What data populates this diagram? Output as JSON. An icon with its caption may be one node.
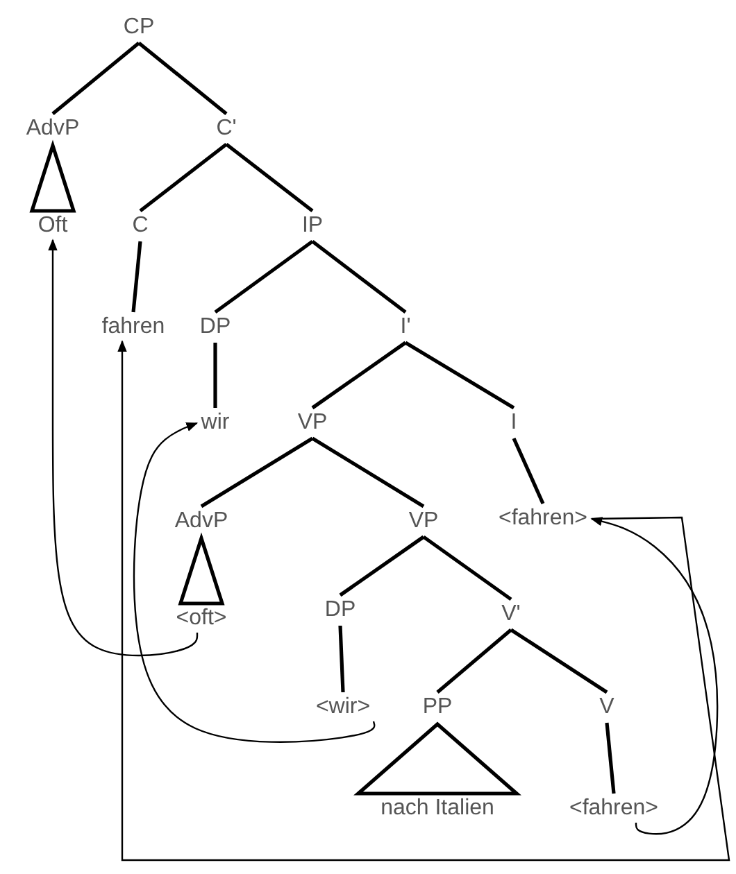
{
  "diagram": {
    "nodes": [
      {
        "text": [
          "CP"
        ]
      },
      {
        "text": [
          "AdvP"
        ]
      },
      {
        "text": [
          "C'"
        ]
      },
      {
        "text": [
          "Oft"
        ]
      },
      {
        "text": [
          "C"
        ]
      },
      {
        "text": [
          "IP"
        ]
      },
      {
        "text": [
          "fahren"
        ]
      },
      {
        "text": [
          "DP"
        ]
      },
      {
        "text": [
          "I'"
        ]
      },
      {
        "text": [
          "wir"
        ]
      },
      {
        "text": [
          "VP"
        ]
      },
      {
        "text": [
          "I"
        ]
      },
      {
        "text": [
          "AdvP"
        ]
      },
      {
        "text": [
          "VP"
        ]
      },
      {
        "text": [
          "<fahren>"
        ]
      },
      {
        "text": [
          "<oft>"
        ]
      },
      {
        "text": [
          "DP"
        ]
      },
      {
        "text": [
          "V'"
        ]
      },
      {
        "text": [
          "<wir>"
        ]
      },
      {
        "text": [
          "PP"
        ]
      },
      {
        "text": [
          "V"
        ]
      },
      {
        "text": [
          "nach Italien"
        ]
      },
      {
        "text": [
          "<fahren>"
        ]
      }
    ],
    "edges": [
      {
        "from": 0,
        "to": 1,
        "arrow": "none"
      },
      {
        "from": 0,
        "to": 2,
        "arrow": "none"
      },
      {
        "from": 1,
        "to": 3,
        "arrow": "none"
      },
      {
        "from": 2,
        "to": 4,
        "arrow": "none"
      },
      {
        "from": 2,
        "to": 5,
        "arrow": "none"
      },
      {
        "from": 4,
        "to": 6,
        "arrow": "none"
      },
      {
        "from": 5,
        "to": 7,
        "arrow": "none"
      },
      {
        "from": 5,
        "to": 8,
        "arrow": "none"
      },
      {
        "from": 7,
        "to": 9,
        "arrow": "none"
      },
      {
        "from": 8,
        "to": 10,
        "arrow": "none"
      },
      {
        "from": 8,
        "to": 11,
        "arrow": "none"
      },
      {
        "from": 10,
        "to": 12,
        "arrow": "none"
      },
      {
        "from": 10,
        "to": 13,
        "arrow": "none"
      },
      {
        "from": 11,
        "to": 14,
        "arrow": "none"
      },
      {
        "from": 12,
        "to": 15,
        "arrow": "none"
      },
      {
        "from": 13,
        "to": 16,
        "arrow": "none"
      },
      {
        "from": 13,
        "to": 17,
        "arrow": "none"
      },
      {
        "from": 16,
        "to": 18,
        "arrow": "none"
      },
      {
        "from": 17,
        "to": 19,
        "arrow": "none"
      },
      {
        "from": 17,
        "to": 20,
        "arrow": "none"
      },
      {
        "from": 19,
        "to": 21,
        "arrow": "none"
      },
      {
        "from": 20,
        "to": 22,
        "arrow": "none"
      },
      {
        "from": 15,
        "to": 3,
        "arrow": "to"
      },
      {
        "from": 18,
        "to": 9,
        "arrow": "to"
      },
      {
        "from": 22,
        "to": 14,
        "arrow": "to"
      },
      {
        "from": 14,
        "to": 6,
        "arrow": "to"
      }
    ]
  }
}
